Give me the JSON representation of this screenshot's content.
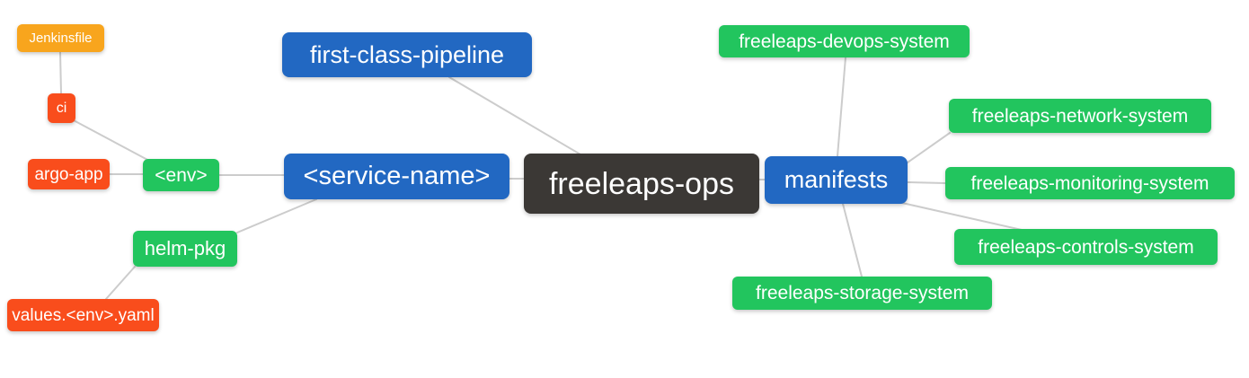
{
  "diagram": {
    "type": "mindmap",
    "root_label": "freeleaps-ops"
  },
  "colors": {
    "blue": "#2268c2",
    "green": "#22c55e",
    "red": "#f94d1c",
    "orange": "#f8a51d",
    "dark": "#3b3835",
    "edge": "#cccccc",
    "background": "#ffffff",
    "text": "#ffffff"
  },
  "nodes": {
    "jenkinsfile": {
      "label": "Jenkinsfile",
      "color": "orange"
    },
    "ci": {
      "label": "ci",
      "color": "red"
    },
    "argo_app": {
      "label": "argo-app",
      "color": "red"
    },
    "env": {
      "label": "<env>",
      "color": "green"
    },
    "helm_pkg": {
      "label": "helm-pkg",
      "color": "green"
    },
    "values_env_yaml": {
      "label": "values.<env>.yaml",
      "color": "red"
    },
    "first_class_pipeline": {
      "label": "first-class-pipeline",
      "color": "blue"
    },
    "service_name": {
      "label": "<service-name>",
      "color": "blue"
    },
    "freeleaps_ops": {
      "label": "freeleaps-ops",
      "color": "dark"
    },
    "manifests": {
      "label": "manifests",
      "color": "blue"
    },
    "devops_system": {
      "label": "freeleaps-devops-system",
      "color": "green"
    },
    "network_system": {
      "label": "freeleaps-network-system",
      "color": "green"
    },
    "monitoring_system": {
      "label": "freeleaps-monitoring-system",
      "color": "green"
    },
    "controls_system": {
      "label": "freeleaps-controls-system",
      "color": "green"
    },
    "storage_system": {
      "label": "freeleaps-storage-system",
      "color": "green"
    }
  },
  "edges": [
    {
      "from": "jenkinsfile",
      "to": "ci"
    },
    {
      "from": "ci",
      "to": "env"
    },
    {
      "from": "argo_app",
      "to": "env"
    },
    {
      "from": "env",
      "to": "service_name"
    },
    {
      "from": "service_name",
      "to": "helm_pkg"
    },
    {
      "from": "helm_pkg",
      "to": "values_env_yaml"
    },
    {
      "from": "first_class_pipeline",
      "to": "freeleaps_ops"
    },
    {
      "from": "service_name",
      "to": "freeleaps_ops"
    },
    {
      "from": "freeleaps_ops",
      "to": "manifests"
    },
    {
      "from": "manifests",
      "to": "devops_system"
    },
    {
      "from": "manifests",
      "to": "network_system"
    },
    {
      "from": "manifests",
      "to": "monitoring_system"
    },
    {
      "from": "manifests",
      "to": "controls_system"
    },
    {
      "from": "manifests",
      "to": "storage_system"
    }
  ]
}
